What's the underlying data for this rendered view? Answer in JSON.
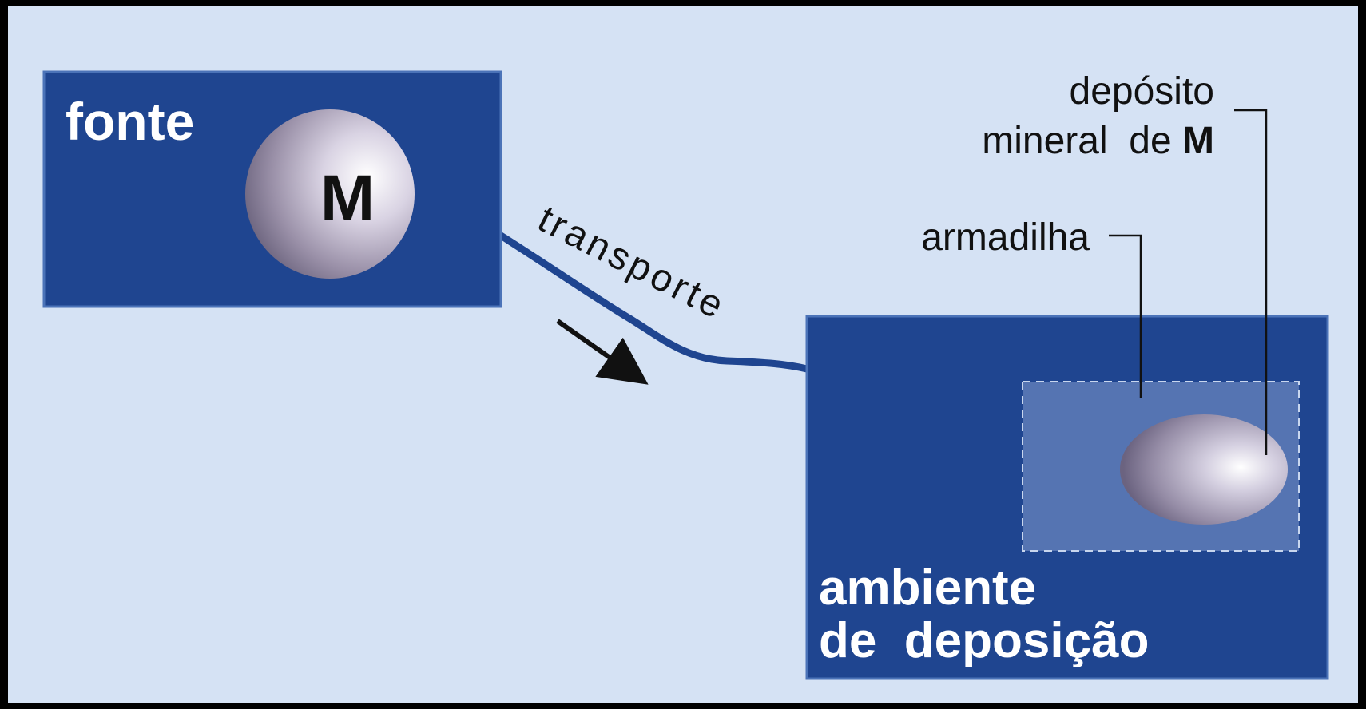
{
  "source": {
    "label": "fonte",
    "mineral_symbol": "M"
  },
  "transport": {
    "label": "transporte"
  },
  "deposition": {
    "label_line1": "ambiente",
    "label_line2": "de  deposição"
  },
  "trap": {
    "label": "armadilha"
  },
  "deposit": {
    "label_line1": "depósito",
    "label_line2_text": "mineral  de ",
    "label_line2_symbol": "M"
  },
  "colors": {
    "background": "#d5e2f4",
    "frame": "#000000",
    "box_fill": "#1f4590",
    "box_border": "#4b73b8",
    "trap_fill": "#5574b2",
    "river": "#1f4590",
    "text_dark": "#111111",
    "text_light": "#ffffff"
  }
}
